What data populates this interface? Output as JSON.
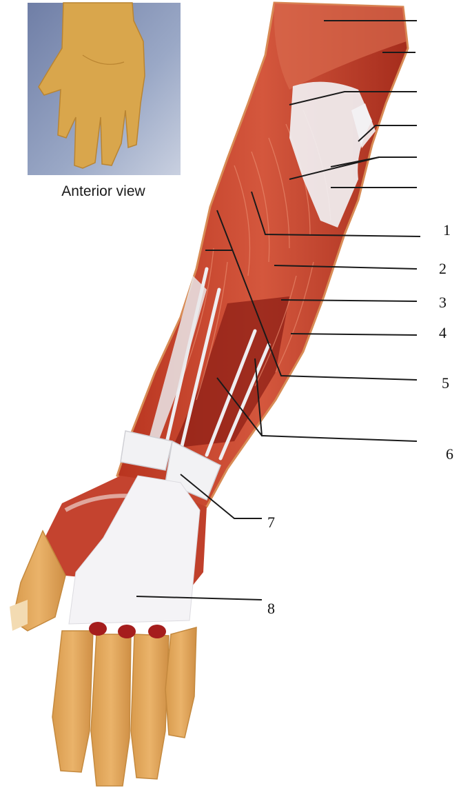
{
  "thumbnail": {
    "caption": "Anterior view"
  },
  "labels": [
    {
      "id": "1",
      "text": "1"
    },
    {
      "id": "2",
      "text": "2"
    },
    {
      "id": "3",
      "text": "3"
    },
    {
      "id": "4",
      "text": "4"
    },
    {
      "id": "5",
      "text": "5"
    },
    {
      "id": "6",
      "text": "6"
    },
    {
      "id": "7",
      "text": "7"
    },
    {
      "id": "8",
      "text": "8"
    }
  ],
  "colors": {
    "muscle": "#c9432e",
    "muscle_dark": "#8e1f16",
    "muscle_light": "#e0735a",
    "tendon": "#eeeef0",
    "skin": "#e3a85b",
    "leader_line": "#1a1a1a"
  }
}
